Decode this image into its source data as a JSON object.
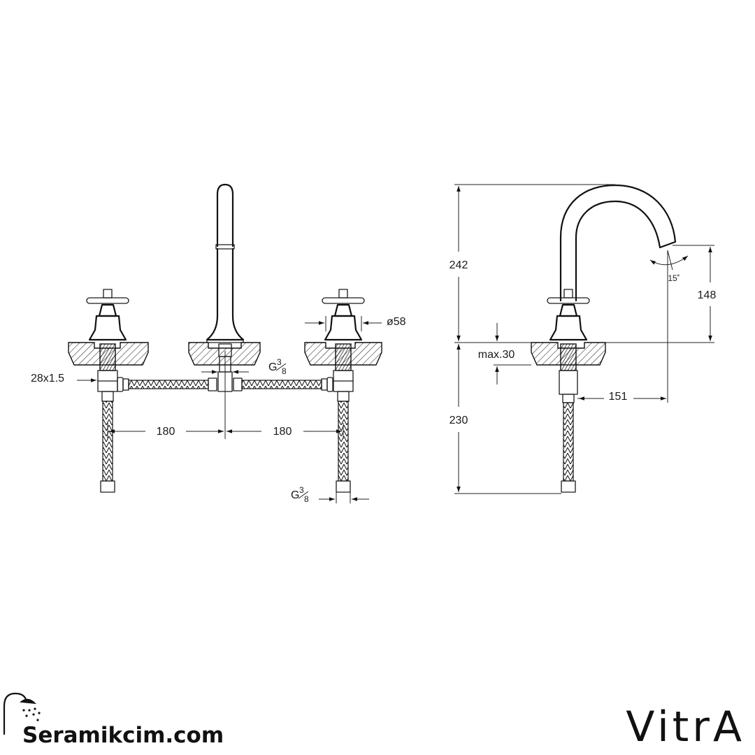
{
  "dimensions": {
    "spacing_left": "180",
    "spacing_right": "180",
    "diameter": "ø58",
    "nut_thread": "28x1.5",
    "spout_connection": "G",
    "spout_connection_fraction_top": "3",
    "spout_connection_fraction_bottom": "8",
    "hose_connection": "G",
    "hose_connection_fraction_top": "3",
    "hose_connection_fraction_bottom": "8",
    "overall_height": "242",
    "spout_height": "148",
    "max_thickness": "max.30",
    "spout_reach": "151",
    "hose_length": "230",
    "swivel_angle": "15˚"
  },
  "branding": {
    "shop_name": "Seramikcim.com",
    "manufacturer": "VitrA"
  },
  "icons": {
    "shop_logo": "shower-head-icon"
  }
}
